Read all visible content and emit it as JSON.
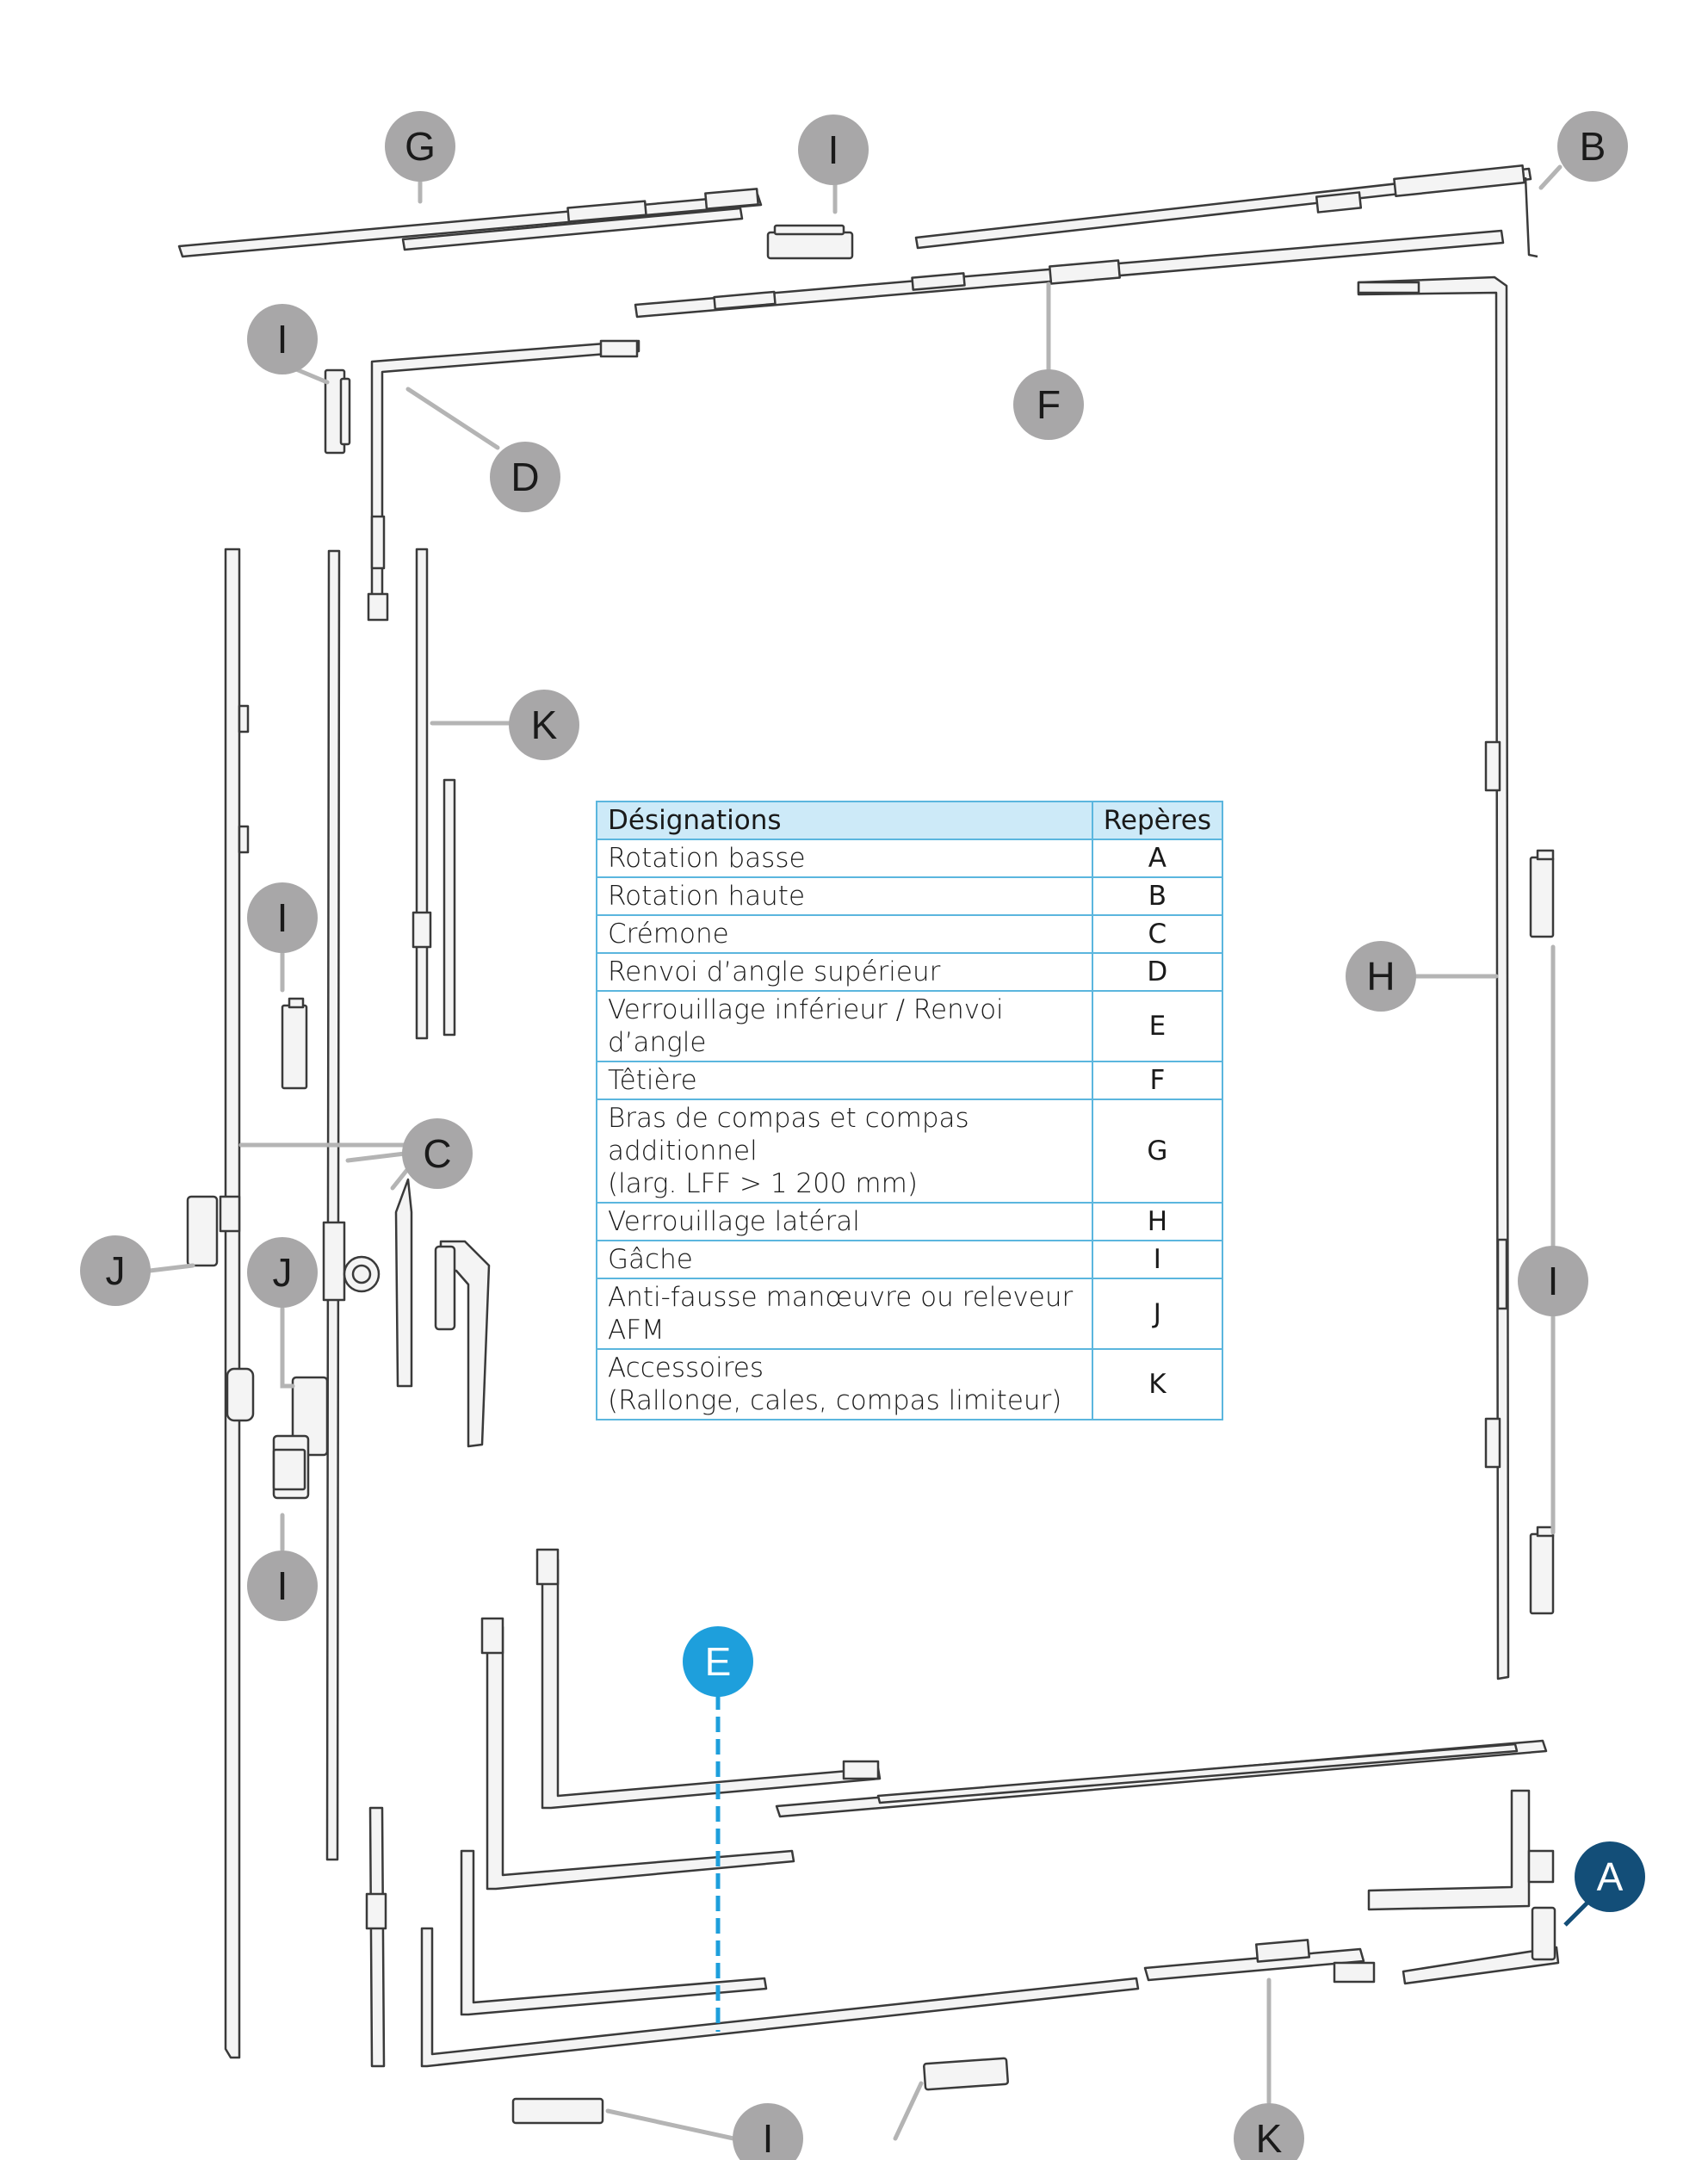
{
  "legend": {
    "header_designation": "Désignations",
    "header_code": "Repères",
    "rows": [
      {
        "name": "Rotation basse",
        "code": "A"
      },
      {
        "name": "Rotation haute",
        "code": "B"
      },
      {
        "name": "Crémone",
        "code": "C"
      },
      {
        "name": "Renvoi d’angle supérieur",
        "code": "D"
      },
      {
        "name": "Verrouillage inférieur / Renvoi d’angle",
        "code": "E"
      },
      {
        "name": "Têtière",
        "code": "F"
      },
      {
        "name": "Bras de compas et compas additionnel",
        "name2": "(larg. LFF > 1 200 mm)",
        "code": "G"
      },
      {
        "name": "Verrouillage latéral",
        "code": "H"
      },
      {
        "name": "Gâche",
        "code": "I"
      },
      {
        "name": "Anti-fausse manœuvre ou releveur",
        "name2": "AFM",
        "code": "J"
      },
      {
        "name": "Accessoires",
        "name2": "(Rallonge, cales, compas limiteur)",
        "code": "K"
      }
    ]
  },
  "callouts": {
    "g": "G",
    "i_top": "I",
    "b": "B",
    "i_left": "I",
    "f": "F",
    "d": "D",
    "k_top": "K",
    "h": "H",
    "i_mid": "I",
    "c": "C",
    "j_left": "J",
    "j_mid": "J",
    "i_right": "I",
    "i_low": "I",
    "e": "E",
    "a": "A",
    "i_bottom": "I",
    "k_bottom": "K"
  },
  "colors": {
    "callout_grey": "#a8a7a8",
    "callout_text": "#1a1a1a",
    "accent_blue": "#1e9fdc",
    "accent_navy": "#134e78",
    "table_border": "#5bb6de",
    "table_header": "#cdeaf8",
    "part_stroke": "#3a3a3a",
    "leader_grey": "#b4b4b4"
  }
}
